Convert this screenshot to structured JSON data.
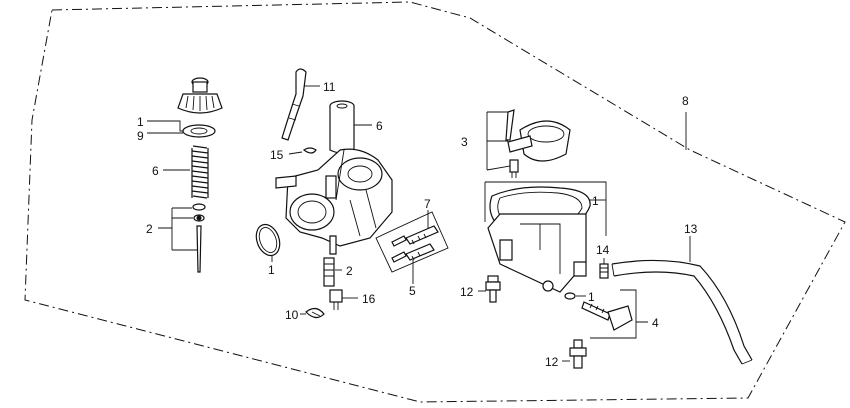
{
  "diagram": {
    "callouts": [
      {
        "id": "c1a",
        "text": "1"
      },
      {
        "id": "c9",
        "text": "9"
      },
      {
        "id": "c6a",
        "text": "6"
      },
      {
        "id": "c2a",
        "text": "2"
      },
      {
        "id": "c11",
        "text": "11"
      },
      {
        "id": "c6b",
        "text": "6"
      },
      {
        "id": "c15",
        "text": "15"
      },
      {
        "id": "c1b",
        "text": "1"
      },
      {
        "id": "c2b",
        "text": "2"
      },
      {
        "id": "c10",
        "text": "10"
      },
      {
        "id": "c16",
        "text": "16"
      },
      {
        "id": "c7",
        "text": "7"
      },
      {
        "id": "c5",
        "text": "5"
      },
      {
        "id": "c3",
        "text": "3"
      },
      {
        "id": "c8",
        "text": "8"
      },
      {
        "id": "c1c",
        "text": "1"
      },
      {
        "id": "c14",
        "text": "14"
      },
      {
        "id": "c13",
        "text": "13"
      },
      {
        "id": "c12a",
        "text": "12"
      },
      {
        "id": "c1d",
        "text": "1"
      },
      {
        "id": "c4",
        "text": "4"
      },
      {
        "id": "c12b",
        "text": "12"
      }
    ]
  }
}
